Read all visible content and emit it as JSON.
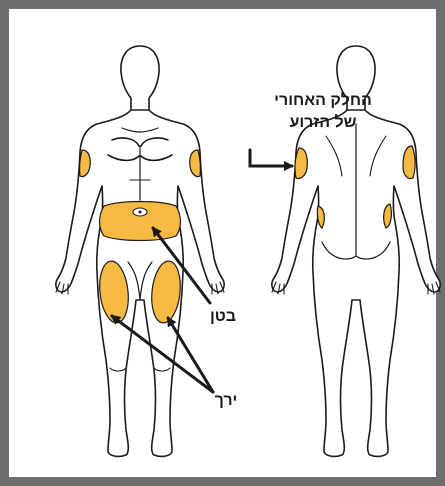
{
  "labels": {
    "arm_line1": "החלק האחורי",
    "arm_line2": "של הזרוע",
    "abdomen": "בטן",
    "thigh": "ירך"
  },
  "colors": {
    "site_fill": "#f5b944",
    "outline": "#1b1b1b",
    "frame": "#6f6f70"
  },
  "icons": [
    "front-body-figure",
    "back-body-figure",
    "arrow"
  ]
}
